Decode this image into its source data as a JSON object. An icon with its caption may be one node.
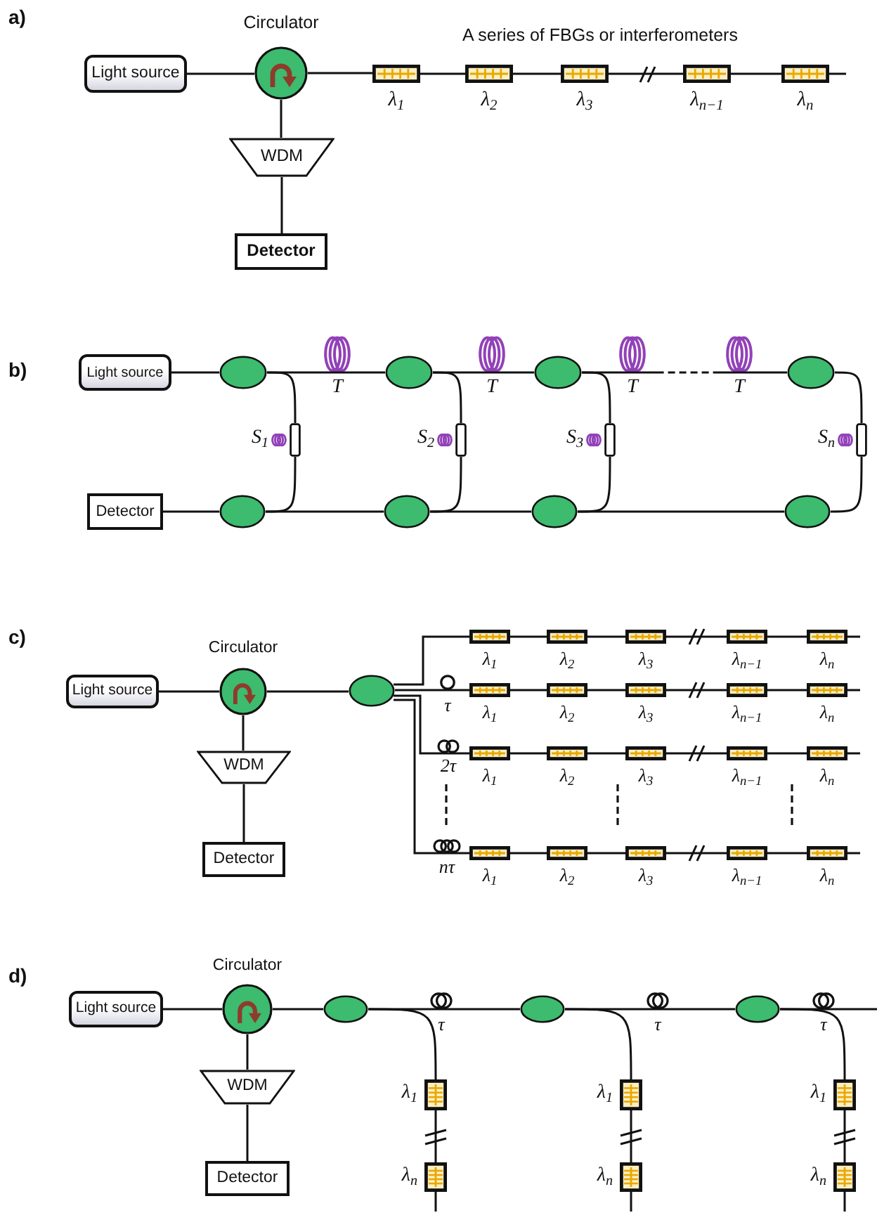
{
  "diagram": {
    "nodes": [
      {
        "text": [
          "Light source"
        ]
      },
      {
        "text": [
          "Circulator"
        ]
      },
      {
        "text": [
          "WDM"
        ]
      },
      {
        "text": [
          "Detector"
        ]
      },
      {
        "text": [],
        "shape": "box",
        "beside": [
          "λ$_{1}$"
        ]
      },
      {
        "text": [],
        "shape": "box",
        "beside": [
          "λ$_{2}$"
        ]
      },
      {
        "text": [],
        "shape": "box",
        "beside": [
          "λ$_{3}$"
        ]
      },
      {
        "text": [],
        "shape": "box",
        "beside": [
          "λ$_{n−1}$"
        ]
      },
      {
        "text": [],
        "shape": "box",
        "beside": [
          "λ$_{n}$"
        ]
      },
      {
        "text": [
          "Light source"
        ]
      },
      {
        "text": [],
        "shape": "ellipse"
      },
      {
        "text": [],
        "shape": "coil",
        "beside": [
          "T"
        ]
      },
      {
        "text": [],
        "shape": "ellipse"
      },
      {
        "text": [],
        "shape": "coil",
        "beside": [
          "T"
        ]
      },
      {
        "text": [],
        "shape": "ellipse"
      },
      {
        "text": [],
        "shape": "coil",
        "beside": [
          "T"
        ]
      },
      {
        "text": [],
        "shape": "coil",
        "beside": [
          "T"
        ]
      },
      {
        "text": [],
        "shape": "ellipse"
      },
      {
        "text": [],
        "shape": "box",
        "beside": [
          "S$_{1}$"
        ]
      },
      {
        "text": [],
        "shape": "box",
        "beside": [
          "S$_{2}$"
        ]
      },
      {
        "text": [],
        "shape": "box",
        "beside": [
          "S$_{3}$"
        ]
      },
      {
        "text": [],
        "shape": "box",
        "beside": [
          "S$_{n}$"
        ]
      },
      {
        "text": [
          "Detector"
        ]
      },
      {
        "text": [],
        "shape": "ellipse"
      },
      {
        "text": [],
        "shape": "ellipse"
      },
      {
        "text": [],
        "shape": "ellipse"
      },
      {
        "text": [],
        "shape": "ellipse"
      },
      {
        "text": [
          "Light source"
        ]
      },
      {
        "text": [
          "Circulator"
        ]
      },
      {
        "text": [
          "WDM"
        ]
      },
      {
        "text": [
          "Detector"
        ]
      },
      {
        "text": [],
        "shape": "ellipse"
      },
      {
        "text": [],
        "shape": "box",
        "beside": [
          "λ$_{1}$"
        ]
      },
      {
        "text": [],
        "shape": "box",
        "beside": [
          "λ$_{2}$"
        ]
      },
      {
        "text": [],
        "shape": "box",
        "beside": [
          "λ$_{3}$"
        ]
      },
      {
        "text": [],
        "shape": "box",
        "beside": [
          "λ$_{n−1}$"
        ]
      },
      {
        "text": [],
        "shape": "box",
        "beside": [
          "λ$_{n}$"
        ]
      },
      {
        "text": [],
        "shape": "coil",
        "beside": [
          "τ"
        ]
      },
      {
        "text": [],
        "shape": "box",
        "beside": [
          "λ$_{1}$"
        ]
      },
      {
        "text": [],
        "shape": "box",
        "beside": [
          "λ$_{2}$"
        ]
      },
      {
        "text": [],
        "shape": "box",
        "beside": [
          "λ$_{3}$"
        ]
      },
      {
        "text": [],
        "shape": "box",
        "beside": [
          "λ$_{n−1}$"
        ]
      },
      {
        "text": [],
        "shape": "box",
        "beside": [
          "λ$_{n}$"
        ]
      },
      {
        "text": [],
        "shape": "coil",
        "beside": [
          "2τ"
        ]
      },
      {
        "text": [],
        "shape": "box",
        "beside": [
          "λ$_{1}$"
        ]
      },
      {
        "text": [],
        "shape": "box",
        "beside": [
          "λ$_{2}$"
        ]
      },
      {
        "text": [],
        "shape": "box",
        "beside": [
          "λ$_{3}$"
        ]
      },
      {
        "text": [],
        "shape": "box",
        "beside": [
          "λ$_{n−1}$"
        ]
      },
      {
        "text": [],
        "shape": "box",
        "beside": [
          "λ$_{n}$"
        ]
      },
      {
        "text": [],
        "shape": "coil",
        "beside": [
          "nτ"
        ]
      },
      {
        "text": [],
        "shape": "box",
        "beside": [
          "λ$_{1}$"
        ]
      },
      {
        "text": [],
        "shape": "box",
        "beside": [
          "λ$_{2}$"
        ]
      },
      {
        "text": [],
        "shape": "box",
        "beside": [
          "λ$_{3}$"
        ]
      },
      {
        "text": [],
        "shape": "box",
        "beside": [
          "λ$_{n−1}$"
        ]
      },
      {
        "text": [],
        "shape": "box",
        "beside": [
          "λ$_{n}$"
        ]
      },
      {
        "text": [
          "Light source"
        ]
      },
      {
        "text": [
          "Circulator"
        ]
      },
      {
        "text": [
          "WDM"
        ]
      },
      {
        "text": [
          "Detector"
        ]
      },
      {
        "text": [],
        "shape": "ellipse"
      },
      {
        "text": [],
        "shape": "coil",
        "beside": [
          "τ"
        ]
      },
      {
        "text": [],
        "shape": "ellipse"
      },
      {
        "text": [],
        "shape": "coil",
        "beside": [
          "τ"
        ]
      },
      {
        "text": [],
        "shape": "ellipse"
      },
      {
        "text": [],
        "shape": "coil",
        "beside": [
          "τ"
        ]
      },
      {
        "text": [],
        "shape": "box",
        "beside": [
          "λ$_{1}$"
        ]
      },
      {
        "text": [],
        "shape": "box",
        "beside": [
          "λ$_{n}$"
        ]
      },
      {
        "text": [],
        "shape": "box",
        "beside": [
          "λ$_{1}$"
        ]
      },
      {
        "text": [],
        "shape": "box",
        "beside": [
          "λ$_{n}$"
        ]
      },
      {
        "text": [],
        "shape": "box",
        "beside": [
          "λ$_{1}$"
        ]
      },
      {
        "text": [],
        "shape": "box",
        "beside": [
          "λ$_{n}$"
        ]
      }
    ],
    "edges": [
      {
        "from": 0,
        "to": 1,
        "arrow": "none"
      },
      {
        "from": 1,
        "to": 2,
        "arrow": "none"
      },
      {
        "from": 2,
        "to": 3,
        "arrow": "none"
      },
      {
        "from": 1,
        "to": 4,
        "arrow": "none"
      },
      {
        "from": 4,
        "to": 5,
        "arrow": "none"
      },
      {
        "from": 5,
        "to": 6,
        "arrow": "none"
      },
      {
        "from": 6,
        "to": 7,
        "arrow": "none"
      },
      {
        "from": 7,
        "to": 8,
        "arrow": "none"
      },
      {
        "from": 8,
        "to": null,
        "arrow": "none"
      },
      {
        "from": 9,
        "to": 10,
        "arrow": "none"
      },
      {
        "from": 10,
        "to": 11,
        "arrow": "none"
      },
      {
        "from": 11,
        "to": 12,
        "arrow": "none"
      },
      {
        "from": 12,
        "to": 13,
        "arrow": "none"
      },
      {
        "from": 13,
        "to": 14,
        "arrow": "none"
      },
      {
        "from": 14,
        "to": 15,
        "arrow": "none"
      },
      {
        "from": 15,
        "to": 16,
        "arrow": "none",
        "style": "dashed"
      },
      {
        "from": 16,
        "to": 17,
        "arrow": "none"
      },
      {
        "from": 10,
        "to": 18,
        "arrow": "none"
      },
      {
        "from": 18,
        "to": 23,
        "arrow": "none"
      },
      {
        "from": 12,
        "to": 19,
        "arrow": "none"
      },
      {
        "from": 19,
        "to": 24,
        "arrow": "none"
      },
      {
        "from": 14,
        "to": 20,
        "arrow": "none"
      },
      {
        "from": 20,
        "to": 25,
        "arrow": "none"
      },
      {
        "from": 17,
        "to": 21,
        "arrow": "none"
      },
      {
        "from": 21,
        "to": 26,
        "arrow": "none"
      },
      {
        "from": 22,
        "to": 23,
        "arrow": "none"
      },
      {
        "from": 23,
        "to": 24,
        "arrow": "none"
      },
      {
        "from": 24,
        "to": 25,
        "arrow": "none"
      },
      {
        "from": 25,
        "to": 26,
        "arrow": "none"
      },
      {
        "from": 27,
        "to": 28,
        "arrow": "none"
      },
      {
        "from": 28,
        "to": 29,
        "arrow": "none"
      },
      {
        "from": 29,
        "to": 30,
        "arrow": "none"
      },
      {
        "from": 28,
        "to": 31,
        "arrow": "none"
      },
      {
        "from": 31,
        "to": 32,
        "arrow": "none"
      },
      {
        "from": 32,
        "to": 33,
        "arrow": "none"
      },
      {
        "from": 33,
        "to": 34,
        "arrow": "none"
      },
      {
        "from": 34,
        "to": 35,
        "arrow": "none"
      },
      {
        "from": 35,
        "to": 36,
        "arrow": "none"
      },
      {
        "from": 36,
        "to": null,
        "arrow": "none"
      },
      {
        "from": 31,
        "to": 37,
        "arrow": "none"
      },
      {
        "from": 37,
        "to": 38,
        "arrow": "none"
      },
      {
        "from": 38,
        "to": 39,
        "arrow": "none"
      },
      {
        "from": 39,
        "to": 40,
        "arrow": "none"
      },
      {
        "from": 40,
        "to": 41,
        "arrow": "none"
      },
      {
        "from": 41,
        "to": 42,
        "arrow": "none"
      },
      {
        "from": 42,
        "to": null,
        "arrow": "none"
      },
      {
        "from": 31,
        "to": 43,
        "arrow": "none"
      },
      {
        "from": 43,
        "to": 44,
        "arrow": "none"
      },
      {
        "from": 44,
        "to": 45,
        "arrow": "none"
      },
      {
        "from": 45,
        "to": 46,
        "arrow": "none"
      },
      {
        "from": 46,
        "to": 47,
        "arrow": "none"
      },
      {
        "from": 47,
        "to": 48,
        "arrow": "none"
      },
      {
        "from": 48,
        "to": null,
        "arrow": "none"
      },
      {
        "from": 31,
        "to": 49,
        "arrow": "none"
      },
      {
        "from": 49,
        "to": 50,
        "arrow": "none"
      },
      {
        "from": 50,
        "to": 51,
        "arrow": "none"
      },
      {
        "from": 51,
        "to": 52,
        "arrow": "none"
      },
      {
        "from": 52,
        "to": 53,
        "arrow": "none"
      },
      {
        "from": 53,
        "to": 54,
        "arrow": "none"
      },
      {
        "from": 54,
        "to": null,
        "arrow": "none"
      },
      {
        "from": 55,
        "to": 56,
        "arrow": "none"
      },
      {
        "from": 56,
        "to": 57,
        "arrow": "none"
      },
      {
        "from": 57,
        "to": 58,
        "arrow": "none"
      },
      {
        "from": 56,
        "to": 59,
        "arrow": "none"
      },
      {
        "from": 59,
        "to": 60,
        "arrow": "none"
      },
      {
        "from": 60,
        "to": 61,
        "arrow": "none"
      },
      {
        "from": 61,
        "to": 62,
        "arrow": "none"
      },
      {
        "from": 62,
        "to": 63,
        "arrow": "none"
      },
      {
        "from": 63,
        "to": 64,
        "arrow": "none"
      },
      {
        "from": 64,
        "to": null,
        "arrow": "none"
      },
      {
        "from": 59,
        "to": 65,
        "arrow": "none"
      },
      {
        "from": 65,
        "to": 66,
        "arrow": "none"
      },
      {
        "from": 66,
        "to": null,
        "arrow": "none"
      },
      {
        "from": 61,
        "to": 67,
        "arrow": "none"
      },
      {
        "from": 67,
        "to": 68,
        "arrow": "none"
      },
      {
        "from": 68,
        "to": null,
        "arrow": "none"
      },
      {
        "from": 63,
        "to": 69,
        "arrow": "none"
      },
      {
        "from": 69,
        "to": 70,
        "arrow": "none"
      },
      {
        "from": 70,
        "to": null,
        "arrow": "none"
      }
    ],
    "labels": [
      "a)",
      "A series of FBGs or interferometers",
      "b)",
      "c)",
      "d)"
    ]
  }
}
